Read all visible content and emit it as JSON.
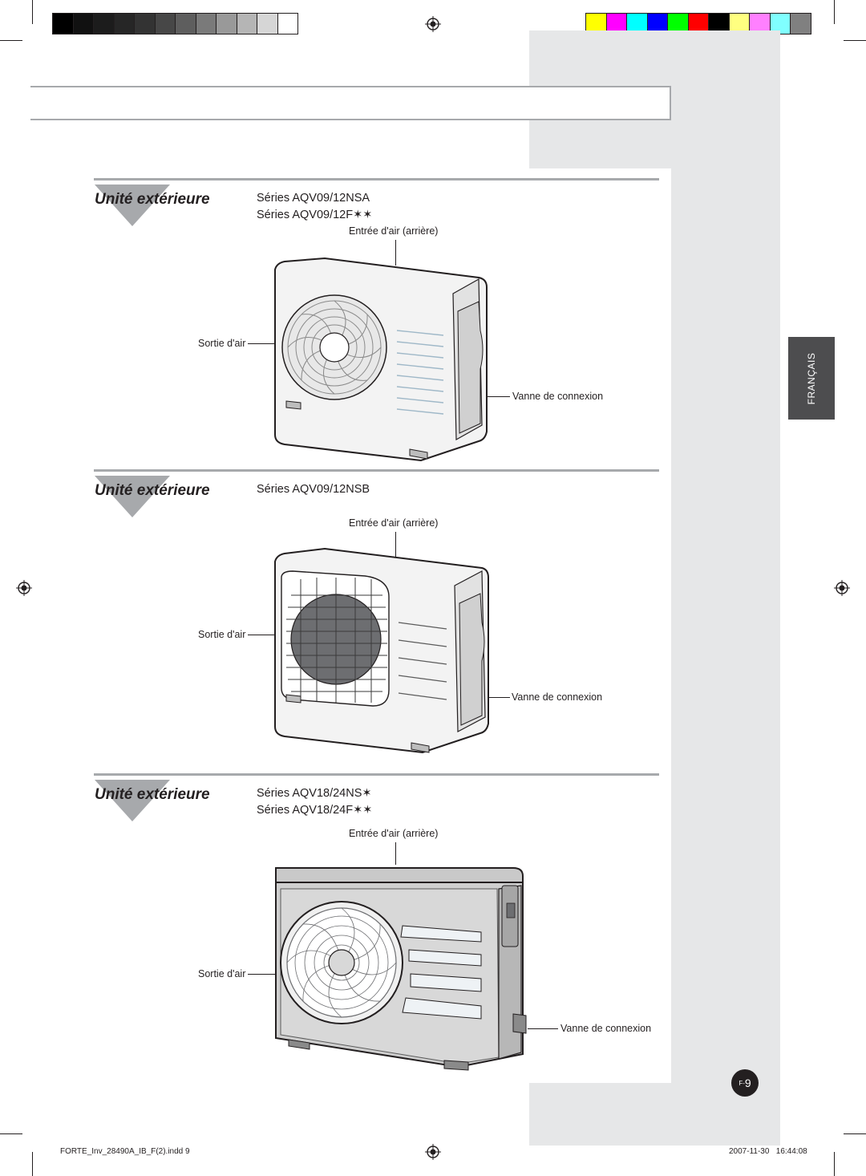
{
  "color_bar": {
    "greys": [
      "#000000",
      "#111111",
      "#1c1c1c",
      "#262626",
      "#333333",
      "#474747",
      "#5e5e5e",
      "#7a7a7a",
      "#999999",
      "#b5b5b5",
      "#d6d6d6",
      "#ffffff"
    ],
    "colors": [
      "#ffff00",
      "#ff00ff",
      "#00ffff",
      "#0000ff",
      "#00ff00",
      "#ff0000",
      "#000000",
      "#ffff80",
      "#ff80ff",
      "#80ffff",
      "#808080"
    ]
  },
  "sections": [
    {
      "heading": "Unité extérieure",
      "series": [
        "Séries AQV09/12NSA",
        "Séries AQV09/12F✶✶"
      ],
      "labels": {
        "air_in": "Entrée d'air (arrière)",
        "air_out": "Sortie d'air",
        "valve": "Vanne de connexion"
      }
    },
    {
      "heading": "Unité extérieure",
      "series": [
        "Séries AQV09/12NSB"
      ],
      "labels": {
        "air_in": "Entrée d'air (arrière)",
        "air_out": "Sortie d'air",
        "valve": "Vanne de connexion"
      }
    },
    {
      "heading": "Unité extérieure",
      "series": [
        "Séries AQV18/24NS✶",
        "Séries AQV18/24F✶✶"
      ],
      "labels": {
        "air_in": "Entrée d'air (arrière)",
        "air_out": "Sortie d'air",
        "valve": "Vanne de connexion"
      }
    }
  ],
  "language_tab": "FRANÇAIS",
  "page_number": {
    "prefix": "F-",
    "number": "9"
  },
  "footer": {
    "file": "FORTE_Inv_28490A_IB_F(2).indd   9",
    "date": "2007-11-30",
    "time": "16:44:08"
  }
}
